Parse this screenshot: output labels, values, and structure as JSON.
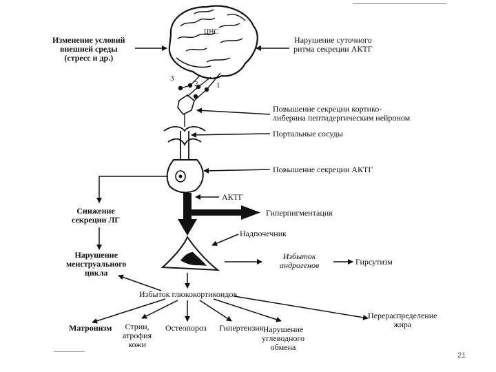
{
  "labels": {
    "ext_change": "Изменение условий\nвнешней среды\n(стресс и др.)",
    "cns": "ЦНС",
    "circadian": "Нарушение суточного\nритма секреции АКТГ",
    "crh": "Повышение секреции кортико-\nлиберина пептидергическим нейроном",
    "portal": "Портальные сосуды",
    "acth_rise": "Повышение секреции АКТГ",
    "acth": "АКТГ",
    "hyperpig": "Гиперпигментация",
    "lh_down": "Снижение\nсекреции ЛГ",
    "adrenal": "Надпочечник",
    "androgen": "Избыток\nандрогенов",
    "hirsut": "Гирсутизм",
    "menstr": "Нарушение\nменструального\nцикла",
    "gluco": "Избыток глюкокортикоидов",
    "redistrib": "Перераспределение\nжира",
    "matron": "Матронизм",
    "striae": "Стрии,\nатрофия\nкожи",
    "osteo": "Остеопороз",
    "hypert": "Гипертензия",
    "carb": "Нарушение\nуглеводного\nобмена",
    "n1": "1",
    "n2": "2",
    "n3": "3"
  },
  "page_number": "21"
}
